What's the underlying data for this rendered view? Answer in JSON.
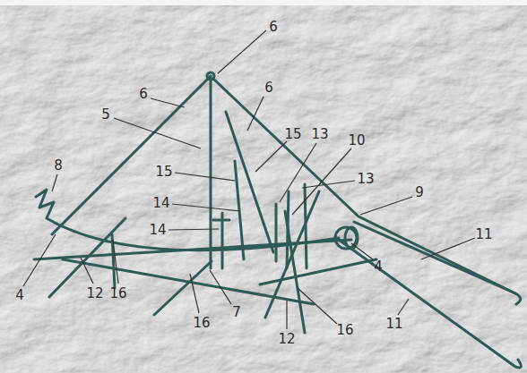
{
  "diagram": {
    "labels": [
      "6",
      "6",
      "5",
      "6",
      "15",
      "13",
      "10",
      "8",
      "15",
      "13",
      "14",
      "9",
      "14",
      "11",
      "4",
      "12",
      "16",
      "4",
      "7",
      "16",
      "11",
      "16",
      "12"
    ]
  }
}
